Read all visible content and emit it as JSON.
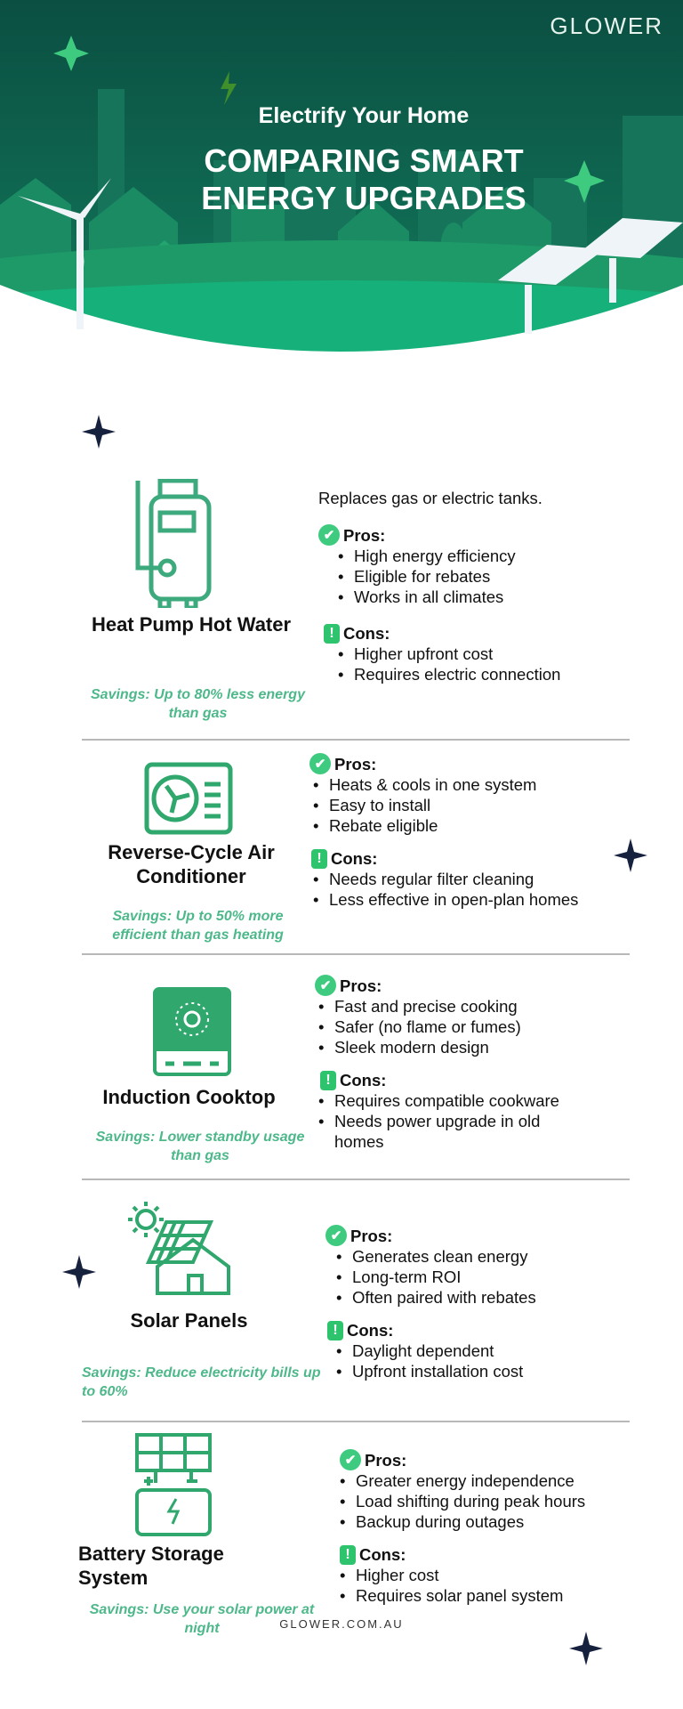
{
  "brand": "GLOWER",
  "header": {
    "subtitle": "Electrify Your Home",
    "title_line1": "COMPARING SMART",
    "title_line2": "ENERGY UPGRADES"
  },
  "sections": [
    {
      "name": "Heat Pump Hot Water",
      "intro": "Replaces gas or electric tanks.",
      "pros_label": "Pros:",
      "pros": [
        "High energy efficiency",
        "Eligible for rebates",
        "Works in all climates"
      ],
      "cons_label": "Cons:",
      "cons": [
        "Higher upfront cost",
        "Requires electric connection"
      ],
      "savings": "Savings: Up to 80% less energy than gas",
      "icon": "water-heater-icon"
    },
    {
      "name": "Reverse-Cycle Air Conditioner",
      "pros_label": "Pros:",
      "pros": [
        "Heats & cools in one system",
        "Easy to install",
        "Rebate eligible"
      ],
      "cons_label": "Cons:",
      "cons": [
        "Needs regular filter cleaning",
        "Less effective in open-plan homes"
      ],
      "savings": "Savings: Up to 50% more efficient than gas heating",
      "icon": "air-conditioner-icon"
    },
    {
      "name": "Induction Cooktop",
      "pros_label": "Pros:",
      "pros": [
        "Fast and precise cooking",
        "Safer (no flame or fumes)",
        "Sleek modern design"
      ],
      "cons_label": "Cons:",
      "cons": [
        "Requires compatible cookware",
        "Needs power upgrade in old homes"
      ],
      "savings": "Savings: Lower standby usage than gas",
      "icon": "cooktop-icon"
    },
    {
      "name": "Solar Panels",
      "pros_label": "Pros:",
      "pros": [
        "Generates clean energy",
        "Long-term ROI",
        "Often paired with rebates"
      ],
      "cons_label": "Cons:",
      "cons": [
        "Daylight dependent",
        "Upfront installation cost"
      ],
      "savings": "Savings: Reduce electricity bills up to 60%",
      "icon": "solar-house-icon"
    },
    {
      "name": "Battery Storage System",
      "pros_label": "Pros:",
      "pros": [
        "Greater energy independence",
        "Load shifting during peak hours",
        "Backup during outages"
      ],
      "cons_label": "Cons:",
      "cons": [
        "Higher cost",
        "Requires solar panel system"
      ],
      "savings": "Savings: Use your solar power at night",
      "icon": "battery-solar-icon"
    }
  ],
  "footer": "GLOWER.COM.AU",
  "colors": {
    "dark_green": "#0d5a48",
    "accent": "#3ecb7f",
    "savings": "#4db88a"
  }
}
